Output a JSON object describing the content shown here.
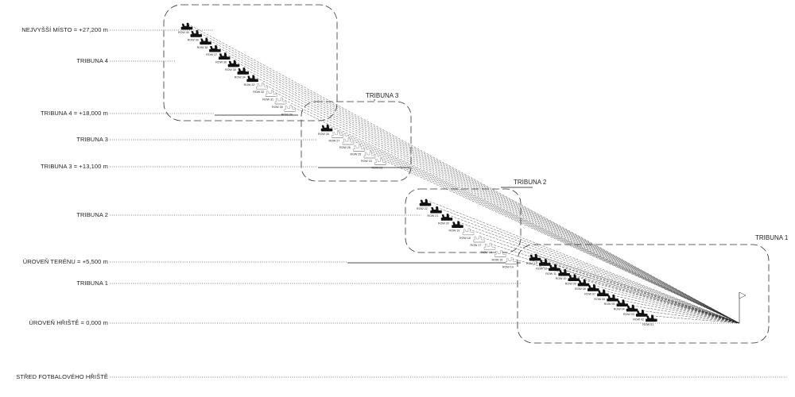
{
  "levels": [
    {
      "id": "top",
      "label": "NEJVYŠŠÍ MÍSTO = +27,200 m"
    },
    {
      "id": "trib4",
      "label": "TRIBUNA 4"
    },
    {
      "id": "trib4lvl",
      "label": "TRIBUNA 4 = +18,000 m"
    },
    {
      "id": "trib3",
      "label": "TRIBUNA 3"
    },
    {
      "id": "trib3lvl",
      "label": "TRIBUNA 3 = +13,100 m"
    },
    {
      "id": "trib2",
      "label": "TRIBUNA 2"
    },
    {
      "id": "terrain",
      "label": "ÚROVEŇ TERÉNU = +5,500 m"
    },
    {
      "id": "trib1",
      "label": "TRIBUNA 1"
    },
    {
      "id": "pitch",
      "label": "ÚROVEŇ HŘIŠTĚ = 0,000 m"
    },
    {
      "id": "center",
      "label": "STŘED FOTBALOVÉHO HŘIŠTĚ"
    }
  ],
  "stands": [
    {
      "id": "tribuna-3",
      "title": "TRIBUNA 3"
    },
    {
      "id": "tribuna-2",
      "title": "TRIBUNA 2"
    },
    {
      "id": "tribuna-1",
      "title": "TRIBUNA 1"
    }
  ],
  "rows": {
    "tribuna4": [
      "ROW 40",
      "ROW 39",
      "ROW 38",
      "ROW 37",
      "ROW 36",
      "ROW 35",
      "ROW 34",
      "ROW 33",
      "ROW 32",
      "ROW 31",
      "ROW 30",
      "ROW 29"
    ],
    "tribuna3": [
      "ROW 28",
      "ROW 27",
      "ROW 26",
      "ROW 25",
      "ROW 24",
      "ROW 23"
    ],
    "tribuna2": [
      "ROW 22",
      "ROW 21",
      "ROW 20",
      "ROW 19",
      "ROW 18",
      "ROW 17",
      "ROW 16",
      "ROW 15",
      "ROW 14"
    ],
    "tribuna1": [
      "ROW 13",
      "ROW 12",
      "ROW 11",
      "ROW 10",
      "ROW 09",
      "ROW 08",
      "ROW 07",
      "ROW 06",
      "ROW 05",
      "ROW 04",
      "ROW 03",
      "ROW 02",
      "ROW 01"
    ]
  }
}
